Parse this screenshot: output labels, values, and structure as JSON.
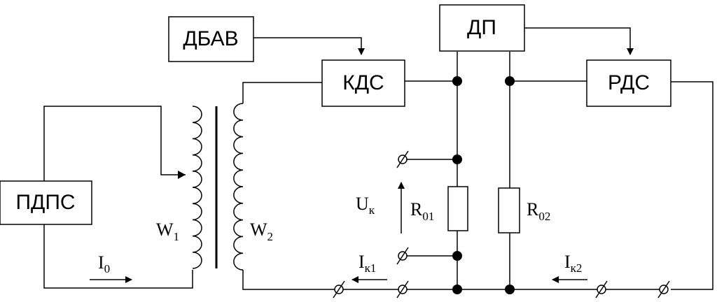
{
  "blocks": {
    "pdps": "ПДПС",
    "dbav": "ДБАВ",
    "kds": "КДС",
    "dp": "ДП",
    "rds": "РДС"
  },
  "windings": {
    "w1": "W",
    "w1_sub": "1",
    "w2": "W",
    "w2_sub": "2"
  },
  "resistors": {
    "r01": "R",
    "r01_sub": "01",
    "r02": "R",
    "r02_sub": "02"
  },
  "currents": {
    "i0": "I",
    "i0_sub": "0",
    "ik1": "I",
    "ik1_sub": "к1",
    "ik2": "I",
    "ik2_sub": "к2"
  },
  "voltage": {
    "uk": "U",
    "uk_sub": "к"
  }
}
